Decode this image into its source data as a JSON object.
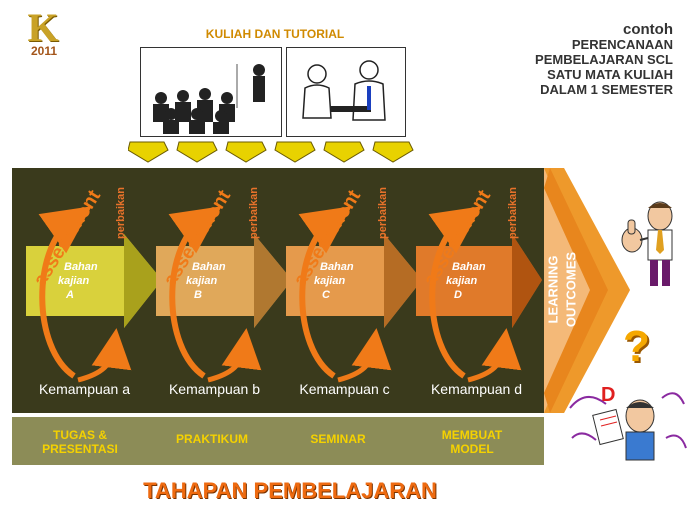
{
  "logo": {
    "letter": "K",
    "year": "2011"
  },
  "header": {
    "kuliah_title": "KULIAH DAN TUTORIAL",
    "contoh_lines": [
      "contoh",
      "PERENCANAAN",
      "PEMBELAJARAN SCL",
      "SATU MATA KULIAH",
      "DALAM 1 SEMESTER"
    ]
  },
  "stages": [
    {
      "bahan": [
        "Bahan",
        "kajian",
        "A"
      ],
      "kemampuan": "Kemampuan a",
      "activity": [
        "TUGAS &",
        "PRESENTASI"
      ],
      "perbaikan": "perbaikan",
      "assessment": "assessment",
      "color": "#d9d13c"
    },
    {
      "bahan": [
        "Bahan",
        "kajian",
        "B"
      ],
      "kemampuan": "Kemampuan b",
      "activity": [
        "PRAKTIKUM"
      ],
      "perbaikan": "perbaikan",
      "assessment": "assessment",
      "color": "#e0a85a"
    },
    {
      "bahan": [
        "Bahan",
        "kajian",
        "C"
      ],
      "kemampuan": "Kemampuan c",
      "activity": [
        "SEMINAR"
      ],
      "perbaikan": "perbaikan",
      "assessment": "assessment",
      "color": "#e59a4c"
    },
    {
      "bahan": [
        "Bahan",
        "kajian",
        "D"
      ],
      "kemampuan": "Kemampuan d",
      "activity": [
        "MEMBUAT",
        "MODEL"
      ],
      "perbaikan": "perbaikan",
      "assessment": "assessment",
      "color": "#e07a2a"
    }
  ],
  "learning_outcomes": [
    "LEARNING",
    "OUTCOMES"
  ],
  "footer_title": "TAHAPAN PEMBELAJARAN",
  "decor": {
    "question_mark": "?",
    "grade_letter": "D"
  },
  "colors": {
    "panel": "#3a3a1c",
    "stagebar": "#8c8c57",
    "orange": "#f07a18",
    "yellow": "#f5d200"
  }
}
